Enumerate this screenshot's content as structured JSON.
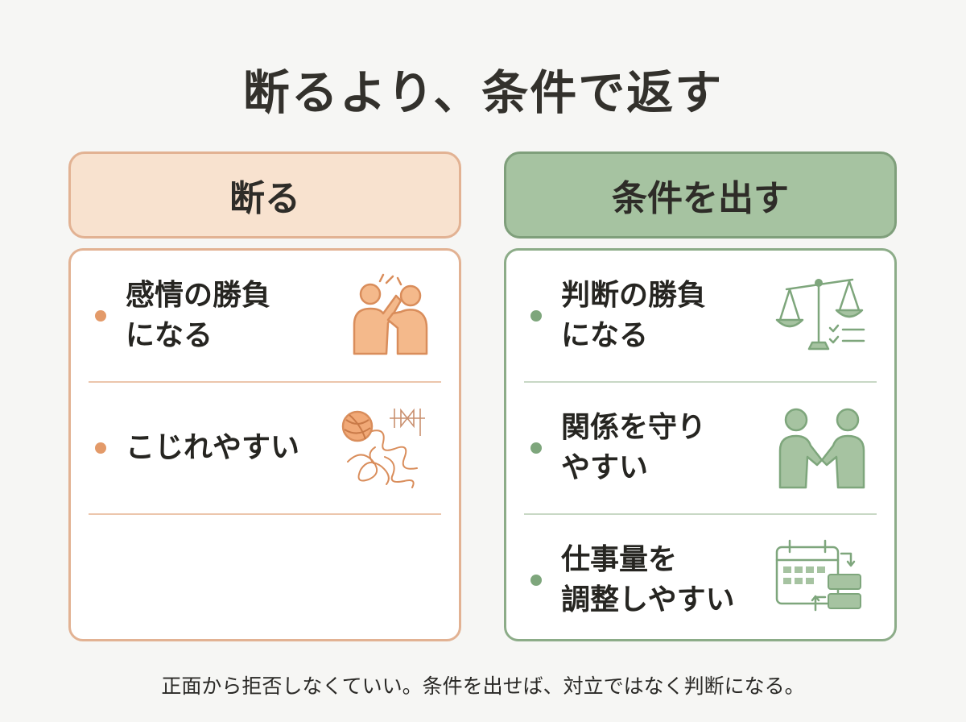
{
  "title": "断るより、条件で返す",
  "left": {
    "header": "断る",
    "items": [
      {
        "text": "感情の勝負\nになる",
        "icon": "arguing-people-icon"
      },
      {
        "text": "こじれやすい",
        "icon": "tangled-yarn-icon"
      }
    ]
  },
  "right": {
    "header": "条件を出す",
    "items": [
      {
        "text": "判断の勝負\nになる",
        "icon": "balance-scale-icon"
      },
      {
        "text": "関係を守り\nやすい",
        "icon": "handshake-icon"
      },
      {
        "text": "仕事量を\n調整しやすい",
        "icon": "calendar-adjust-icon"
      }
    ]
  },
  "footer": "正面から拒否しなくていい。条件を出せば、対立ではなく判断になる。",
  "colors": {
    "accent_orange": "#e39a69",
    "accent_green": "#7ea67c",
    "header_orange_bg": "#f8e2cf",
    "header_green_bg": "#a6c3a1"
  }
}
